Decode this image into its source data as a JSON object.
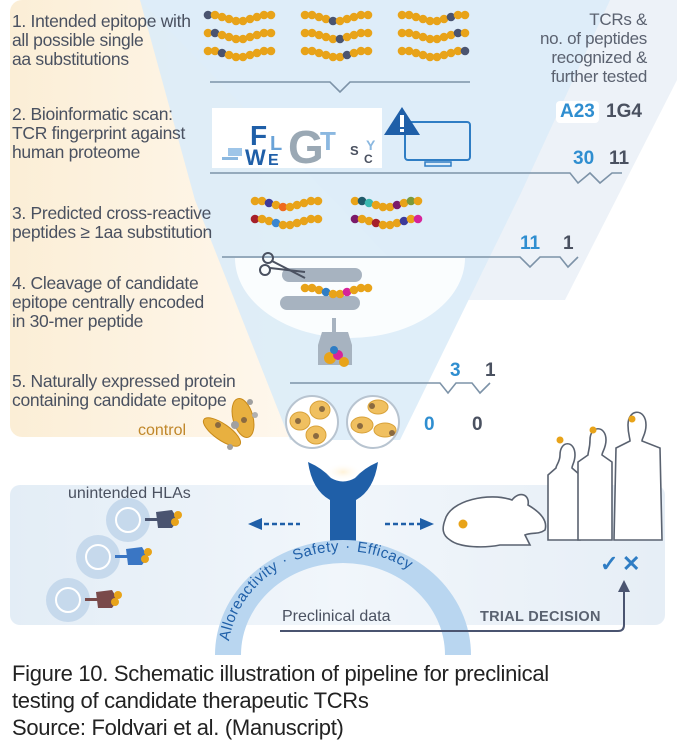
{
  "steps": [
    {
      "lines": [
        "1. Intended epitope with",
        "all possible single",
        "aa substitutions"
      ]
    },
    {
      "lines": [
        "2. Bioinformatic scan:",
        "TCR fingerprint against",
        "human proteome"
      ]
    },
    {
      "lines": [
        "3. Predicted cross-reactive",
        "peptides ≥ 1aa substitution"
      ]
    },
    {
      "lines": [
        "4. Cleavage of candidate",
        "epitope centrally encoded",
        "in 30-mer peptide"
      ]
    },
    {
      "lines": [
        "5. Naturally expressed protein",
        "containing candidate epitope"
      ]
    }
  ],
  "header": {
    "lines": [
      "TCRs &",
      "no. of peptides",
      "recognized &",
      "further tested"
    ]
  },
  "tcrs": {
    "a": "A23",
    "b": "1G4"
  },
  "counts": [
    {
      "a": "30",
      "b": "11"
    },
    {
      "a": "11",
      "b": "1"
    },
    {
      "a": "3",
      "b": "1"
    },
    {
      "a": "0",
      "b": "0"
    }
  ],
  "logo_letters": [
    "F",
    "W",
    "L",
    "E",
    "G",
    "T",
    "S",
    "C",
    "Y"
  ],
  "labels": {
    "control": "control",
    "unintended_hlas": "unintended HLAs",
    "arc_left": "Alloreactivity",
    "arc_mid": "Safety",
    "arc_right": "Efficacy",
    "arc_sep": "·",
    "preclinical": "Preclinical data",
    "trial_decision": "TRIAL DECISION",
    "check": "✓",
    "cross": "✕"
  },
  "caption": {
    "lines": [
      "Figure 10. Schematic illustration of pipeline for preclinical",
      "testing of candidate therapeutic TCRs",
      "Source: Foldvari et al. (Manuscript)"
    ]
  },
  "colors": {
    "accent_blue": "#2f8ed0",
    "dark_blue": "#1f5fa8",
    "text_gray": "#4a5160",
    "residue": "#e8a319",
    "substitution": "#4a5470",
    "funnel": "#dcecf8",
    "cream": "#fbf0dc"
  }
}
